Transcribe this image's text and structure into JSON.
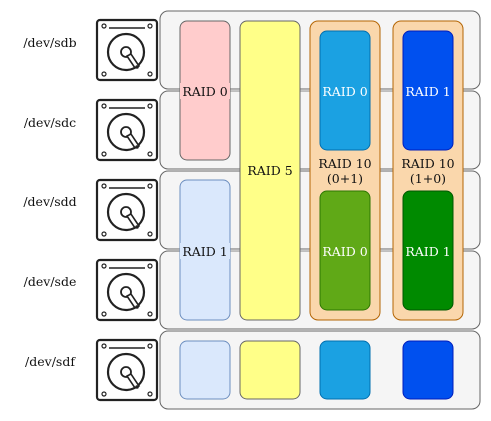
{
  "disks": [
    {
      "device": "/dev/sdb"
    },
    {
      "device": "/dev/sdc"
    },
    {
      "device": "/dev/sdd"
    },
    {
      "device": "/dev/sde"
    },
    {
      "device": "/dev/sdf"
    }
  ],
  "raid0": {
    "label": "RAID 0"
  },
  "raid1": {
    "label": "RAID 1"
  },
  "raid5": {
    "label": "RAID 5"
  },
  "raid10_0p1": {
    "label_line1": "RAID 10",
    "label_line2": "(0+1)",
    "top_label": "RAID 0",
    "bottom_label": "RAID 0"
  },
  "raid10_1p0": {
    "label_line1": "RAID 10",
    "label_line2": "(1+0)",
    "top_label": "RAID 1",
    "bottom_label": "RAID 1"
  },
  "colors": {
    "raid0": "#ffcccc",
    "raid1": "#dae8fc",
    "raid5": "#ffff88",
    "raid10_outer": "#fad7ac",
    "raid10_outer_stroke": "#b46504",
    "raid0_inner": "#1ba1e2",
    "raid0_inner_bottom": "#60a917",
    "raid1_inner_top": "#0050ef",
    "raid1_inner_bottom": "#008a00",
    "disk_panel": "#f5f5f5",
    "disk_panel_stroke": "#666666"
  }
}
